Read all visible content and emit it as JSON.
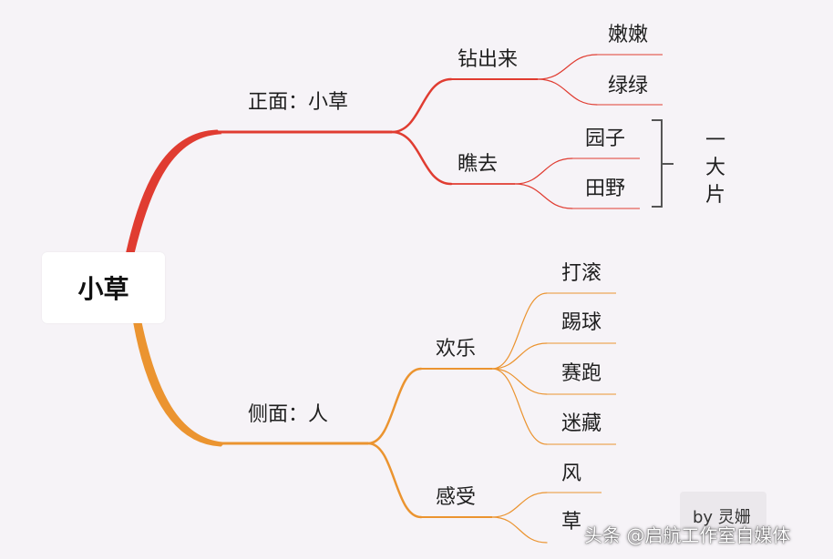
{
  "root": "小草",
  "colors": {
    "red_branch": "#e03c31",
    "orange_branch": "#eb9430",
    "bracket": "#555555",
    "background": "#f6f3f7"
  },
  "branches": [
    {
      "label": "正面：小草",
      "color": "#e03c31",
      "children": [
        {
          "label": "钻出来",
          "children": [
            "嫩嫩",
            "绿绿"
          ]
        },
        {
          "label": "瞧去",
          "children": [
            "园子",
            "田野"
          ]
        }
      ]
    },
    {
      "label": "侧面：人",
      "color": "#eb9430",
      "children": [
        {
          "label": "欢乐",
          "children": [
            "打滚",
            "踢球",
            "赛跑",
            "迷藏"
          ]
        },
        {
          "label": "感受",
          "children": [
            "风",
            "草"
          ]
        }
      ]
    }
  ],
  "summary": "一大片",
  "credit": "by 灵姗",
  "watermark": "头条 @启航工作室自媒体"
}
